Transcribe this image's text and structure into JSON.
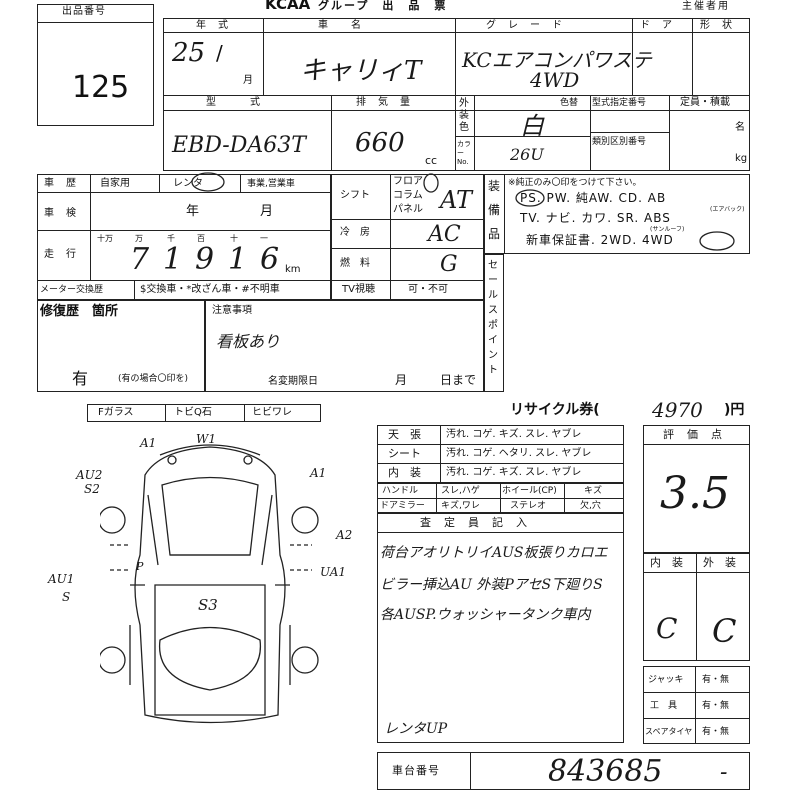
{
  "header": {
    "brand": "KCAA",
    "group_title": "グループ　出　品　票",
    "organizer_label": "主催者用"
  },
  "lot": {
    "label": "出品番号",
    "number": "125"
  },
  "columns": {
    "year": "年　式",
    "car": "車　　名",
    "grade": "グ　レ　ー　ド",
    "door": "ド　ア",
    "shape": "形　状"
  },
  "values": {
    "year": "25",
    "month_unit": "月",
    "car_name": "キャリィT",
    "grade_line1": "KCエアコンパワステ",
    "grade_line2": "4WD"
  },
  "model": {
    "label": "型　　　式",
    "displacement_label": "排　気　量",
    "code": "EBD-DA63T",
    "cc": "660",
    "cc_unit": "cc"
  },
  "exterior": {
    "label_chars": [
      "外",
      "装",
      "色"
    ],
    "color_no_label": "カラーNo.",
    "color_label": "色替",
    "color": "白",
    "color_no": "26U"
  },
  "type_codes": {
    "designation": "型式指定番号",
    "classification": "類別区別番号",
    "capacity_label": "定員・積載",
    "persons_unit": "名",
    "kg_unit": "kg"
  },
  "history": {
    "label": "車　歴",
    "options": [
      "自家用",
      "レンタ",
      "事業,営業車"
    ],
    "inspection_label": "車　検",
    "year_unit": "年",
    "month_unit": "月"
  },
  "mileage": {
    "label": "走　行",
    "digit_labels": [
      "十万",
      "万",
      "千",
      "百",
      "十",
      "一"
    ],
    "digits": [
      "7",
      "1",
      "9",
      "1",
      "6"
    ],
    "unit": "km"
  },
  "meter": {
    "label": "メーター交換歴",
    "notes": "$交換車・*改ざん車・#不明車",
    "tv_label": "TV視聴",
    "tv_options": "可・不可"
  },
  "shift": {
    "label": "シフト",
    "options": [
      "フロア",
      "コラム",
      "パネル"
    ],
    "value": "AT"
  },
  "ac": {
    "label": "冷　房",
    "value": "AC"
  },
  "fuel": {
    "label": "燃　料",
    "value": "G"
  },
  "equipment": {
    "label_chars": [
      "装",
      "備",
      "品"
    ],
    "note": "※純正のみ〇印をつけて下さい。",
    "line1": "PS. PW. 純AW. CD. AB",
    "airbag_note": "(エアバック)",
    "line2": "TV. ナビ. カワ. SR. ABS",
    "sunroof_note": "(サンルーフ)",
    "line3": "新車保証書. 2WD. 4WD"
  },
  "sale_point": {
    "chars": [
      "セ",
      "ー",
      "ル",
      "ス",
      "ポ",
      "イ",
      "ン",
      "ト"
    ]
  },
  "repair": {
    "label": "修復歴　箇所",
    "value": "有",
    "note": "(有の場合〇印を)"
  },
  "notices": {
    "label": "注意事項",
    "value": "看板あり",
    "deadline": "名変期限日",
    "month": "月",
    "day_until": "日まで"
  },
  "glass": {
    "cells": [
      "Fガラス",
      "トビQ石",
      "ヒビワレ"
    ]
  },
  "recycle": {
    "label": "リサイクル券(",
    "amount": "4970",
    "unit": ")円"
  },
  "interior_table": [
    {
      "label": "天　張",
      "text": "汚れ. コゲ. キズ. スレ. ヤブレ"
    },
    {
      "label": "シート",
      "text": "汚れ. コゲ. ヘタリ. スレ. ヤブレ"
    },
    {
      "label": "内　装",
      "text": "汚れ. コゲ. キズ. スレ. ヤブレ"
    }
  ],
  "small_rows": [
    {
      "label": "ハンドル",
      "text": "スレ,ハゲ",
      "label2": "ホイール(CP)",
      "text2": "キズ"
    },
    {
      "label": "ドアミラー",
      "text": "キズ,ワレ",
      "label2": "ステレオ",
      "text2": "欠,穴"
    }
  ],
  "inspector": {
    "label": "査　定　員　記　入",
    "lines": [
      "荷台アオリトリイAUS板張りカロエ",
      "ビラー挿込AU 外装PアセS下廻りS",
      "各AUSP.ウォッシャータンク車内"
    ],
    "footer": "レンタUP"
  },
  "score": {
    "label": "評　価　点",
    "value": "3.5",
    "interior_label": "内　装",
    "exterior_label": "外　装",
    "interior": "C",
    "exterior": "C"
  },
  "accessories": [
    {
      "label": "ジャッキ",
      "value": "有・無"
    },
    {
      "label": "工　具",
      "value": "有・無"
    },
    {
      "label": "スペアタイヤ",
      "value": "有・無"
    }
  ],
  "chassis": {
    "label": "車台番号",
    "value": "843685",
    "suffix": "-"
  },
  "diagram_marks": {
    "a1_top": "A1",
    "w1_top": "W1",
    "au2": "AU2",
    "s2": "S2",
    "a1_right": "A1",
    "a2": "A2",
    "ua1": "UA1",
    "au1": "AU1",
    "s_left": "S",
    "p": "P",
    "s3": "S3"
  }
}
